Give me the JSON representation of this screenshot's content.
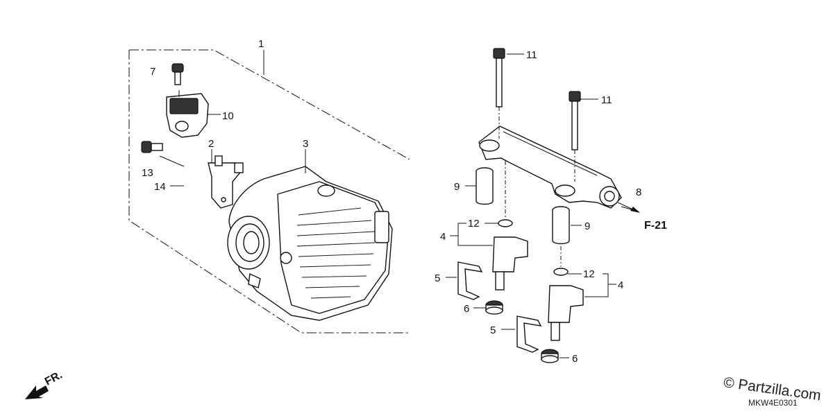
{
  "callouts": {
    "p1": "1",
    "p2": "2",
    "p3": "3",
    "p4a": "4",
    "p4b": "4",
    "p5a": "5",
    "p5b": "5",
    "p6a": "6",
    "p6b": "6",
    "p7": "7",
    "p8": "8",
    "p9a": "9",
    "p9b": "9",
    "p10": "10",
    "p11a": "11",
    "p11b": "11",
    "p12a": "12",
    "p12b": "12",
    "p13": "13",
    "p14": "14"
  },
  "reference": "F-21",
  "front_arrow": "FR.",
  "watermark": "© Partzilla.com",
  "diagram_code": "MKW4E0301"
}
